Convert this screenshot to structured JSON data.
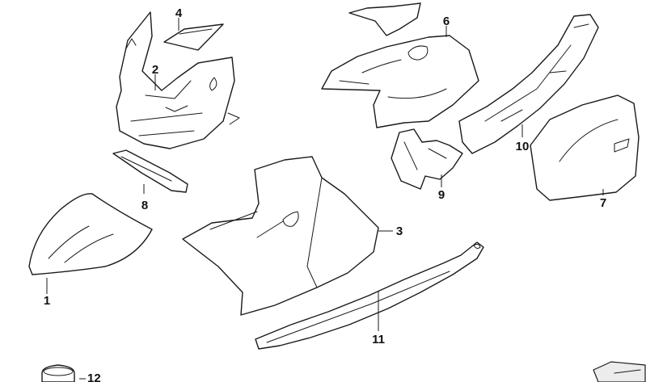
{
  "parts": [
    {
      "number": "1",
      "label": "1"
    },
    {
      "number": "2",
      "label": "2"
    },
    {
      "number": "3",
      "label": "3"
    },
    {
      "number": "4",
      "label": "4"
    },
    {
      "number": "6",
      "label": "6"
    },
    {
      "number": "7",
      "label": "7"
    },
    {
      "number": "8",
      "label": "8"
    },
    {
      "number": "9",
      "label": "9"
    },
    {
      "number": "10",
      "label": "10"
    },
    {
      "number": "11",
      "label": "11"
    },
    {
      "number": "12",
      "label": "12"
    }
  ],
  "icons": {
    "corner_badge": "catalog-corner-icon"
  }
}
